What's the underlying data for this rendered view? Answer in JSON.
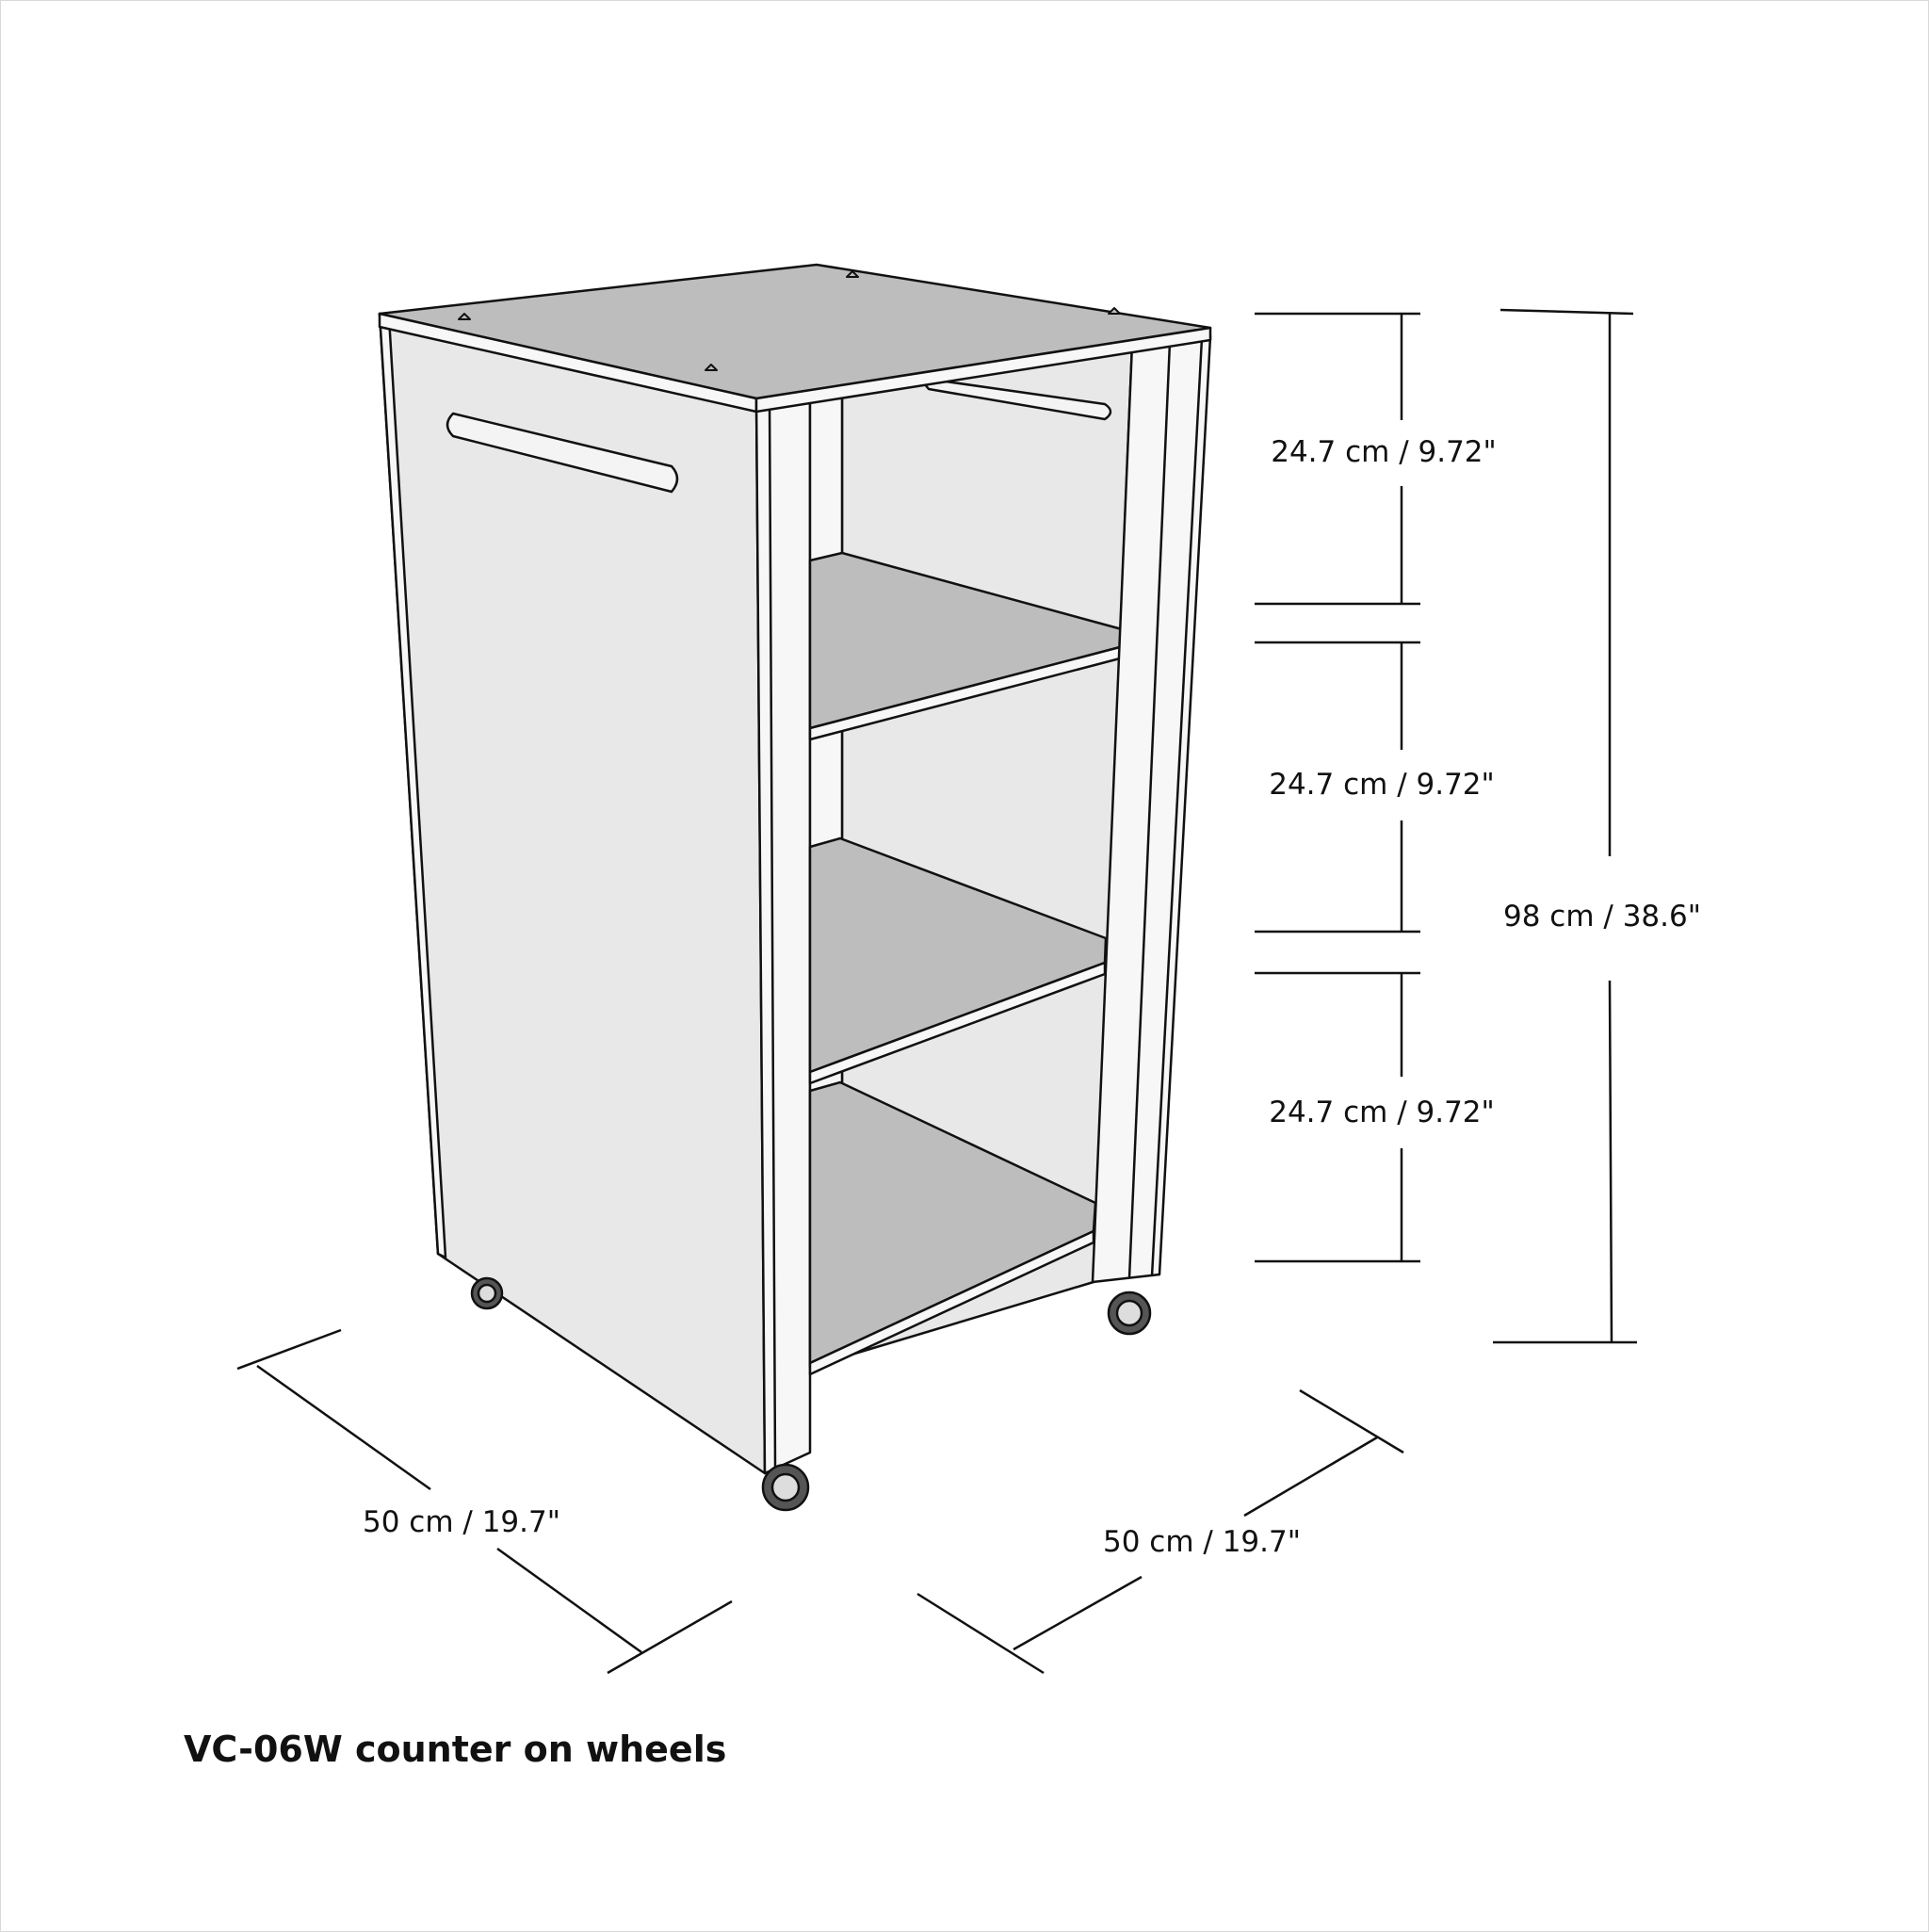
{
  "title": "VC-06W counter on wheels",
  "dimensions": {
    "shelf_gap_1": "24.7 cm / 9.72\"",
    "shelf_gap_2": "24.7 cm / 9.72\"",
    "shelf_gap_3": "24.7 cm / 9.72\"",
    "total_height": "98 cm / 38.6\"",
    "depth": "50 cm / 19.7\"",
    "width": "50 cm / 19.7\""
  },
  "colors": {
    "top_surface": "#bdbdbd",
    "side_panel": "#e8e8e8",
    "edge": "#f7f7f7",
    "line": "#111111"
  }
}
